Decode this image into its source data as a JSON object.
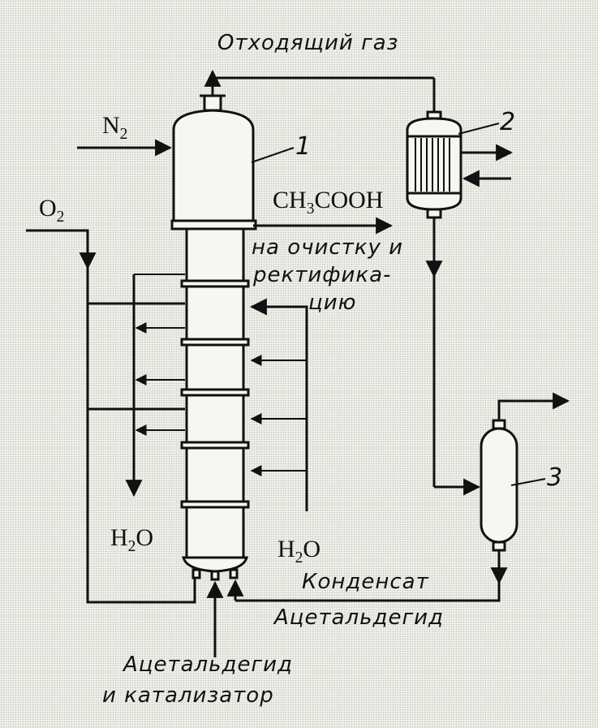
{
  "labels": {
    "off_gas": "Отходящий газ",
    "n2": "N",
    "n2_sub": "2",
    "o2": "O",
    "o2_sub": "2",
    "acetic_pre": "CH",
    "acetic_sub": "3",
    "acetic_post": "COOH",
    "to_purification_1": "на очистку и",
    "to_purification_2": "ректифика-",
    "to_purification_3": "цию",
    "water_left": "H",
    "water_left_sub": "2",
    "water_left_post": "O",
    "water_right": "H",
    "water_right_sub": "2",
    "water_right_post": "O",
    "condensate": "Конденсат",
    "acetaldehyde_right": "Ацетальдегид",
    "feed_1": "Ацетальдегид",
    "feed_2": "и катализатор",
    "num_1": "1",
    "num_2": "2",
    "num_3": "3"
  }
}
